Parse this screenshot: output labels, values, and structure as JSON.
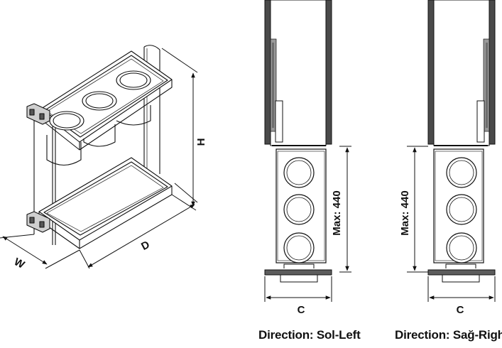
{
  "diagram": {
    "dimensions": {
      "height": "H",
      "width": "W",
      "depth": "D",
      "cabinet_width_left": "C",
      "cabinet_width_right": "C",
      "max_height_left": "Max: 440",
      "max_height_right": "Max: 440"
    },
    "captions": {
      "left_view": "Direction: Sol-Left",
      "right_view": "Direction: Sağ-Right"
    },
    "colors": {
      "line": "#111111",
      "cabinet_side": "#4a4a4a",
      "runner": "#6e6e6e",
      "base_plate": "#5c5c5c"
    }
  }
}
